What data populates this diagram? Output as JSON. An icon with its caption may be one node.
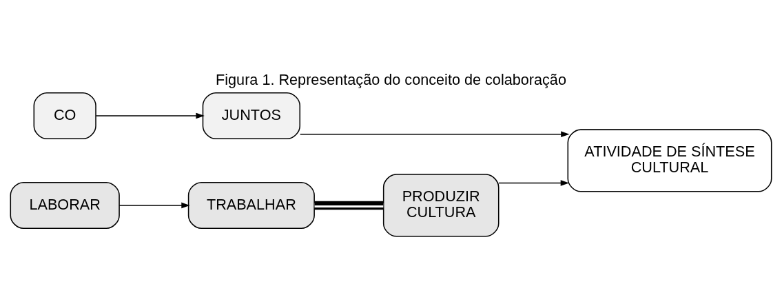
{
  "diagram": {
    "title": "Figura 1. Representação do conceito de colaboração",
    "nodes": [
      {
        "text": [
          "TRABALHAR"
        ]
      },
      {
        "text": [
          "PRODUZIR CULTURA"
        ]
      },
      {
        "text": [
          "CO"
        ]
      },
      {
        "text": [
          "ATIVIDADE DE SÍNTESE CULTURAL"
        ]
      },
      {
        "text": [
          "LABORAR"
        ]
      },
      {
        "text": [
          "JUNTOS"
        ]
      }
    ],
    "edges": [
      {
        "from": 4,
        "to": 0,
        "arrow": "to"
      },
      {
        "from": 0,
        "to": 1,
        "arrow": "none",
        "style": "thick"
      },
      {
        "from": 2,
        "to": 5,
        "arrow": "to"
      },
      {
        "from": 1,
        "to": 3,
        "arrow": "to"
      },
      {
        "from": 5,
        "to": 3,
        "arrow": "to"
      }
    ]
  }
}
